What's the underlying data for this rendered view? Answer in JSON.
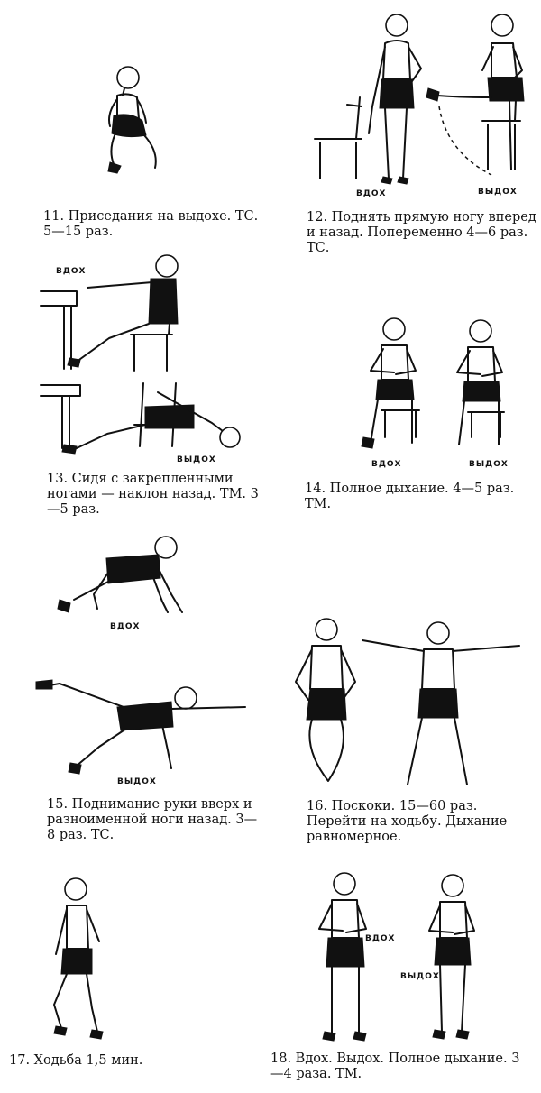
{
  "items": [
    {
      "caption": "11. Приседания на выдохе. ТС. 5—15 раз."
    },
    {
      "caption": "12. Поднять прямую ногу вперед и назад. Попеременно 4—6 раз. ТС.",
      "labels": [
        "ВДОХ",
        "ВЫДОХ"
      ]
    },
    {
      "caption": "13. Сидя с закрепленными ногами — наклон назад. ТМ. 3—5 раз.",
      "labels": [
        "ВДОХ",
        "ВЫДОХ"
      ]
    },
    {
      "caption": "14. Полное дыхание. 4—5 раз. ТМ.",
      "labels": [
        "ВДОХ",
        "ВЫДОХ"
      ]
    },
    {
      "caption": "15. Поднимание руки вверх и разноименной ноги назад. 3—8 раз. ТС.",
      "labels": [
        "ВДОХ",
        "ВЫДОХ"
      ]
    },
    {
      "caption": "16. Поскоки. 15—60 раз. Перейти на ходьбу. Дыхание равномерное."
    },
    {
      "caption": "17. Ходьба 1,5 мин."
    },
    {
      "caption": "18. Вдох. Выдох. Полное дыхание. 3—4 раза. ТМ.",
      "labels": [
        "ВДОХ",
        "ВЫДОХ"
      ]
    }
  ]
}
